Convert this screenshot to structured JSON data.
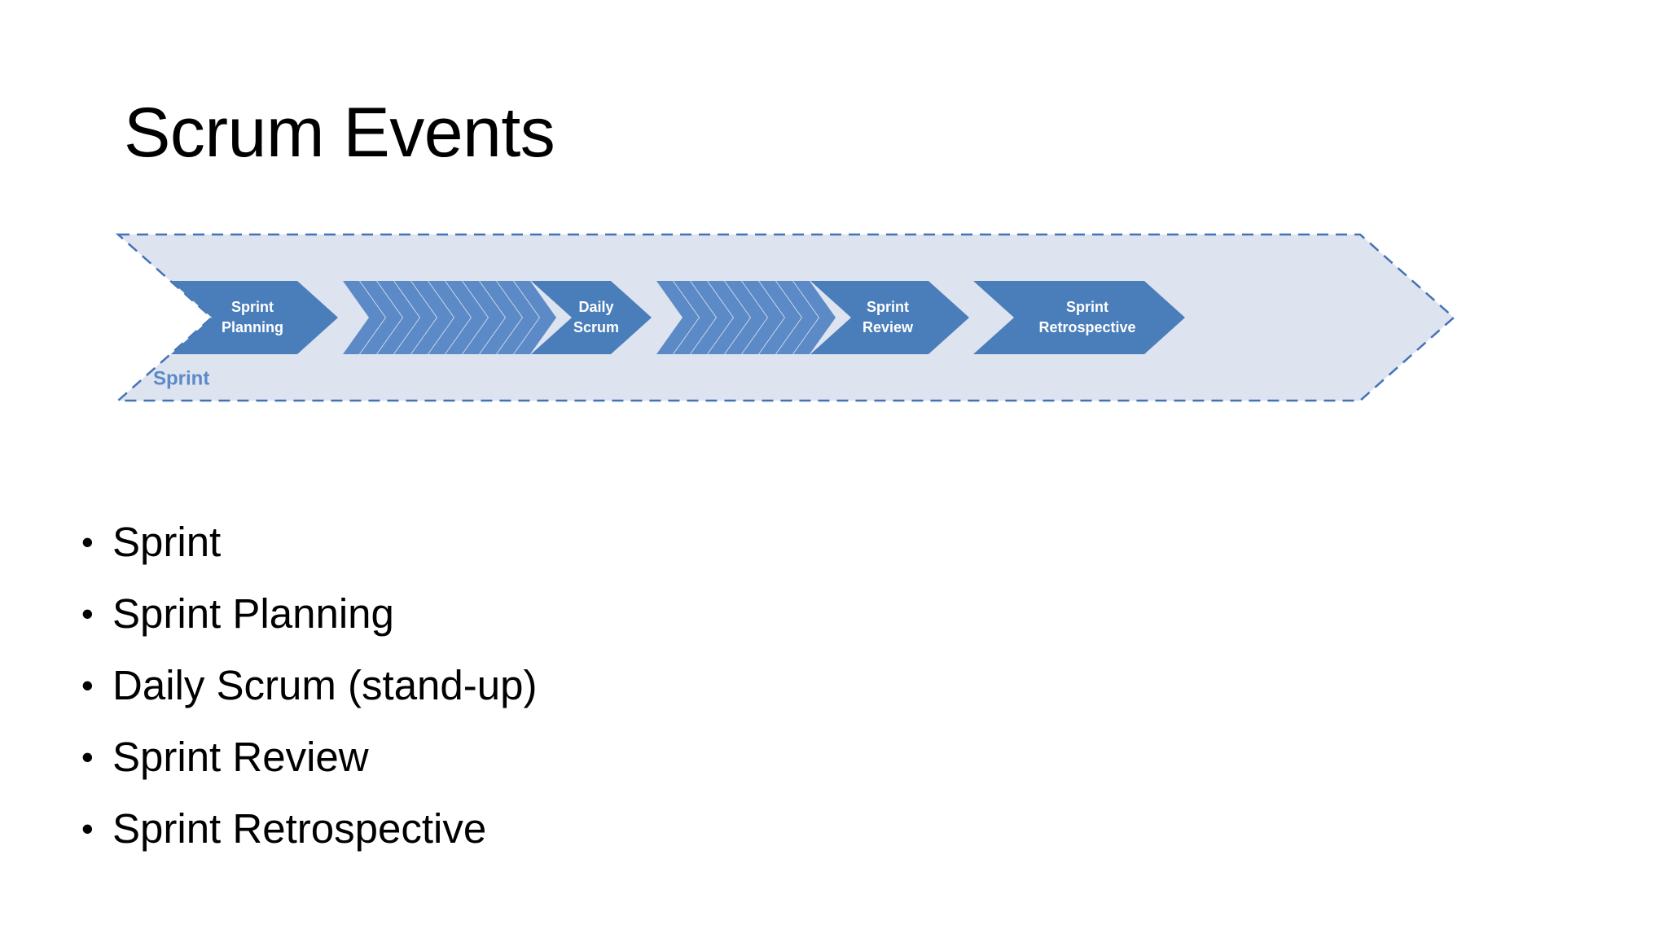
{
  "slide": {
    "title": "Scrum Events",
    "background_color": "#ffffff"
  },
  "diagram": {
    "name": "scrum-events-process-chevron",
    "container": {
      "caption": "Sprint",
      "fill_color": "#dde3ef",
      "border_color": "#4472b8",
      "border_style": "dashed",
      "caption_color": "#5b8ac7"
    },
    "chevron_color": "#4a7ebb",
    "chevron_text_color": "#ffffff",
    "arrow_pattern_color": "#5b8ac7",
    "steps": [
      {
        "id": "sprint-planning",
        "line1": "Sprint",
        "line2": "Planning"
      },
      {
        "id": "daily-scrum",
        "line1": "Daily",
        "line2": "Scrum"
      },
      {
        "id": "sprint-review",
        "line1": "Sprint",
        "line2": "Review"
      },
      {
        "id": "sprint-retrospective",
        "line1": "Sprint",
        "line2": "Retrospective"
      }
    ],
    "connectors": [
      {
        "id": "connector-1",
        "arrows": 11
      },
      {
        "id": "connector-2",
        "arrows": 9
      }
    ]
  },
  "bullets": [
    {
      "marker": "•",
      "text": "Sprint"
    },
    {
      "marker": "•",
      "text": "Sprint Planning"
    },
    {
      "marker": "•",
      "text": "Daily Scrum (stand-up)"
    },
    {
      "marker": "•",
      "text": "Sprint Review"
    },
    {
      "marker": "•",
      "text": "Sprint Retrospective"
    }
  ]
}
